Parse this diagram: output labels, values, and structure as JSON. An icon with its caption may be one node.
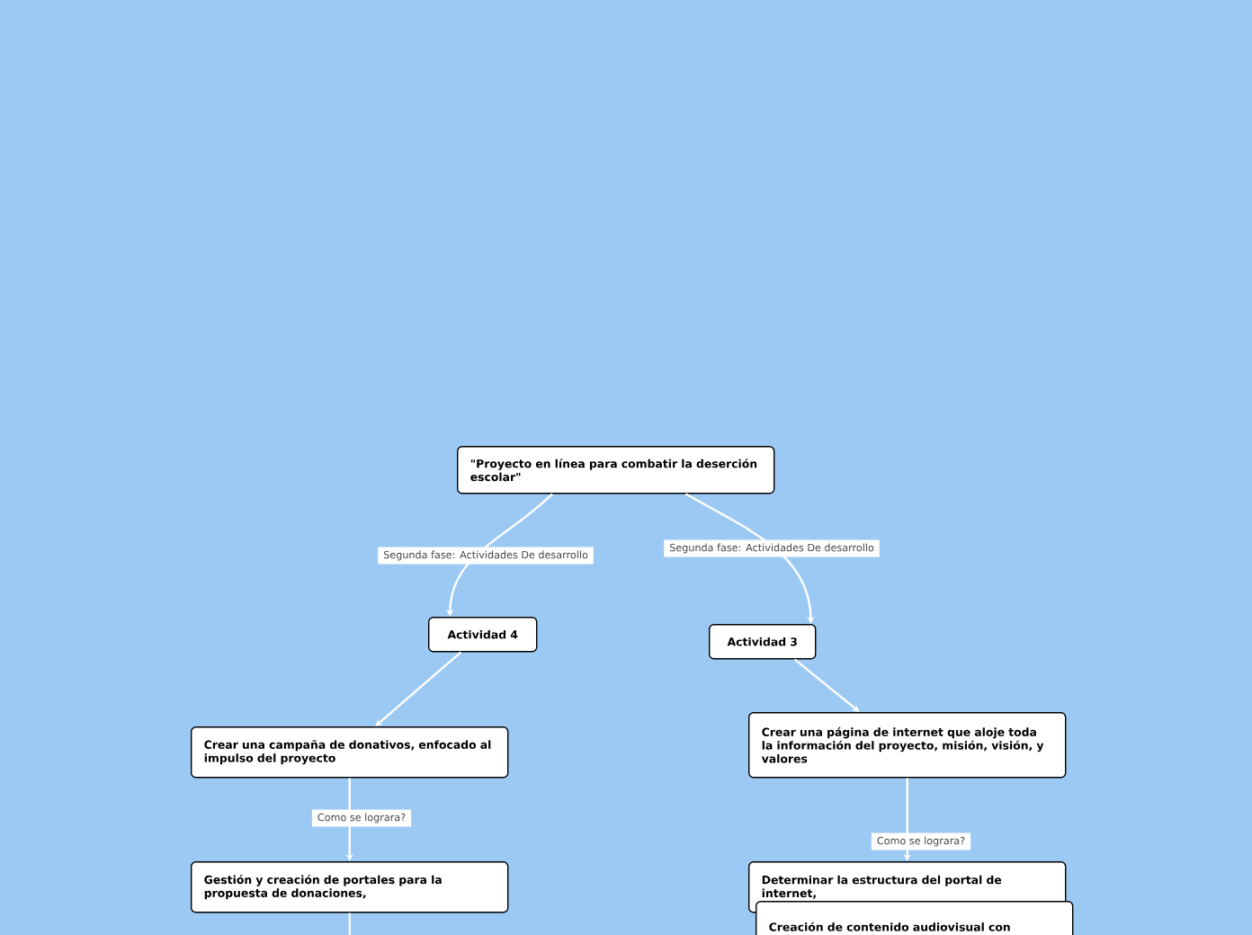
{
  "diagram": {
    "nodes": [
      {
        "text": [
          "\"Proyecto en línea para combatir la deserción escolar\""
        ]
      },
      {
        "text": [
          "Actividad 4"
        ]
      },
      {
        "text": [
          "Actividad 3"
        ]
      },
      {
        "text": [
          "Crear una campaña de donativos, enfocado al impulso del proyecto"
        ]
      },
      {
        "text": [
          "Gestión y creación de portales para la propuesta de donaciones,"
        ]
      },
      {
        "text": [
          "Crear una página de internet que aloje toda la información del proyecto, misión, visión, y valores"
        ]
      },
      {
        "text": [
          "Determinar la estructura del portal de internet,"
        ]
      },
      {
        "text": [
          "Creación de contenido audiovisual con"
        ]
      }
    ],
    "edges": [
      {
        "from": 0,
        "to": 1,
        "arrow": "to",
        "label": "Segunda fase: Actividades De desarrollo"
      },
      {
        "from": 0,
        "to": 2,
        "arrow": "to",
        "label": "Segunda fase: Actividades De desarrollo"
      },
      {
        "from": 1,
        "to": 3,
        "arrow": "to"
      },
      {
        "from": 2,
        "to": 5,
        "arrow": "to"
      },
      {
        "from": 3,
        "to": 4,
        "arrow": "to",
        "label": "Como se lograra?"
      },
      {
        "from": 5,
        "to": 6,
        "arrow": "to",
        "label": "Como se lograra?"
      },
      {
        "from": 4,
        "to": null,
        "arrow": "none"
      }
    ]
  }
}
